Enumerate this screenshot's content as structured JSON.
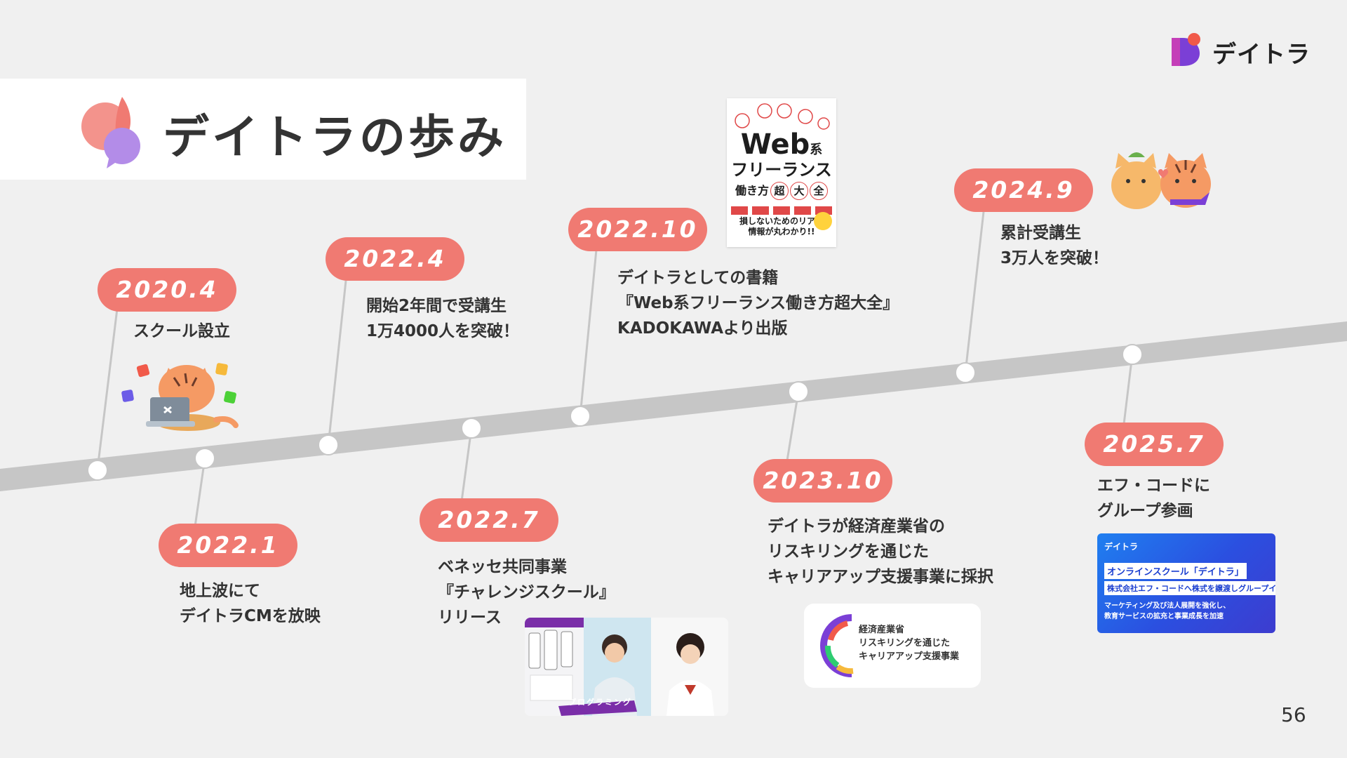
{
  "slide": {
    "title": "デイトラの歩み",
    "page_number": "56"
  },
  "brand": {
    "name": "デイトラ",
    "accent_color": "#f07a72",
    "primary_color": "#7b3fd6"
  },
  "milestones": [
    {
      "date": "2020.4",
      "lines": [
        "スクール設立"
      ]
    },
    {
      "date": "2022.1",
      "lines": [
        "地上波にて",
        "デイトラCMを放映"
      ]
    },
    {
      "date": "2022.4",
      "lines": [
        "開始2年間で受講生",
        "1万4000人を突破！"
      ]
    },
    {
      "date": "2022.7",
      "lines": [
        "ベネッセ共同事業",
        "『チャレンジスクール』",
        "リリース"
      ]
    },
    {
      "date": "2022.10",
      "lines": [
        "デイトラとしての書籍",
        "『Web系フリーランス働き方超大全』",
        "KADOKAWAより出版"
      ]
    },
    {
      "date": "2023.10",
      "lines": [
        "デイトラが経済産業省の",
        "リスキリングを通じた",
        "キャリアアップ支援事業に採択"
      ]
    },
    {
      "date": "2024.9",
      "lines": [
        "累計受講生",
        "3万人を突破！"
      ]
    },
    {
      "date": "2025.7",
      "lines": [
        "エフ・コードに",
        "グループ参画"
      ]
    }
  ],
  "book": {
    "title_web": "Web",
    "title_web_suffix": "系",
    "title_main": "フリーランス",
    "title_ways": "働き方",
    "title_badges": [
      "超",
      "大",
      "全"
    ],
    "subtitle": "損しないためのリアル",
    "subtitle2": "情報が丸わかり!!"
  },
  "challenge_photo": {
    "label": "プログラミング"
  },
  "meti_logo": {
    "lines": [
      "経済産業省",
      "リスキリングを通じた",
      "キャリアアップ支援事業"
    ]
  },
  "fcode_card": {
    "brand": "デイトラ",
    "headline": "オンラインスクール「デイトラ」",
    "subline": "株式会社エフ・コードへ株式を譲渡しグループイン",
    "body": [
      "マーケティング及び法人展開を強化し、",
      "教育サービスの拡充と事業成長を加速"
    ]
  }
}
